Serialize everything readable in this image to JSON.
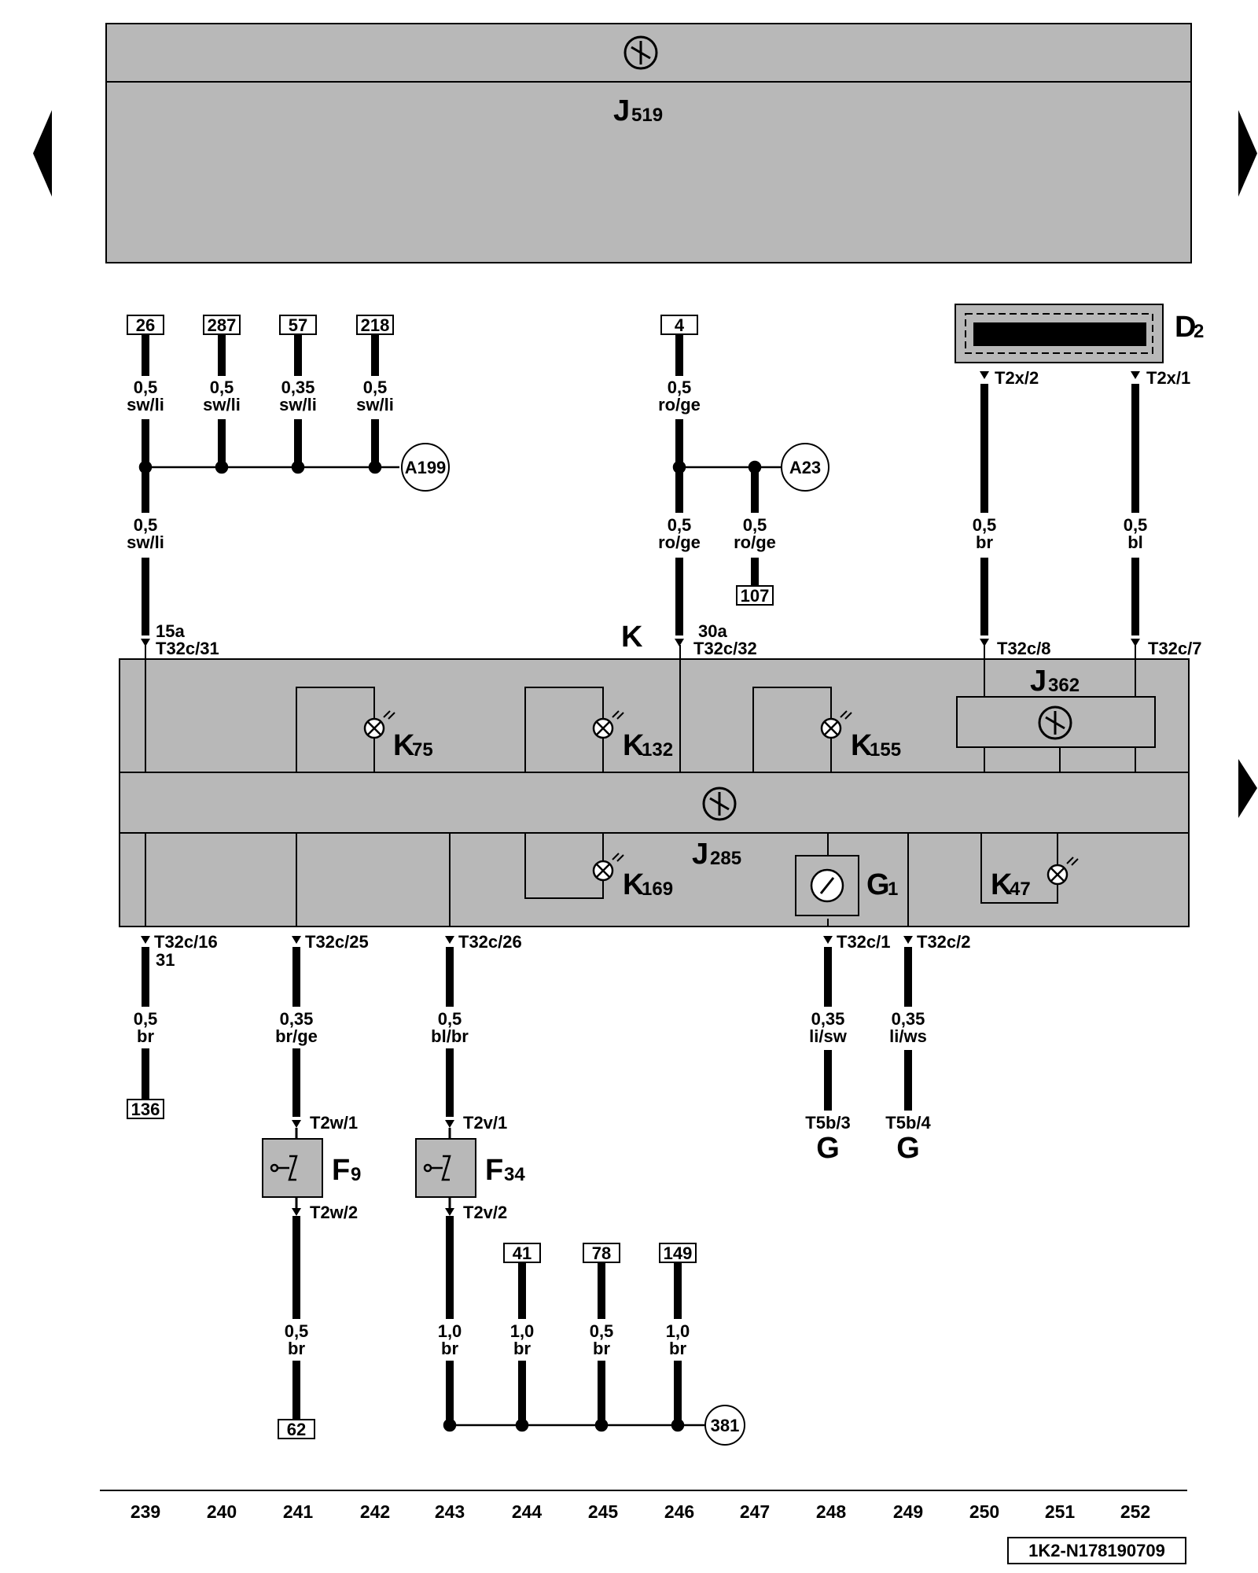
{
  "navigation": {
    "prev_page": "previous-page-arrow",
    "next_page": "next-page-arrow",
    "next_page_mid": "next-page-arrow"
  },
  "header": {
    "module_main": "J",
    "module_sub": "519"
  },
  "refs": {
    "r26": "26",
    "r287": "287",
    "r57": "57",
    "r218": "218",
    "r4": "4",
    "r107": "107",
    "r136": "136",
    "r62": "62",
    "r41": "41",
    "r78": "78",
    "r149": "149"
  },
  "junctions": {
    "a199": "A199",
    "a23": "A23",
    "j381": "381"
  },
  "wires": {
    "w26_size": "0,5",
    "w26_color": "sw/li",
    "w287_size": "0,5",
    "w287_color": "sw/li",
    "w57_size": "0,35",
    "w57_color": "sw/li",
    "w218_size": "0,5",
    "w218_color": "sw/li",
    "w15a_size": "0,5",
    "w15a_color": "sw/li",
    "w4_size": "0,5",
    "w4_color": "ro/ge",
    "w30a_size": "0,5",
    "w30a_color": "ro/ge",
    "w107_size": "0,5",
    "w107_color": "ro/ge",
    "wd2a_size": "0,5",
    "wd2a_color": "br",
    "wd2b_size": "0,5",
    "wd2b_color": "bl",
    "w31_size": "0,5",
    "w31_color": "br",
    "w25_size": "0,35",
    "w25_color": "br/ge",
    "w26b_size": "0,5",
    "w26b_color": "bl/br",
    "wg1_size": "0,35",
    "wg1_color": "li/sw",
    "wg2_size": "0,35",
    "wg2_color": "li/ws",
    "wf9_size": "0,5",
    "wf9_color": "br",
    "wf34_size": "1,0",
    "wf34_color": "br",
    "w41_size": "1,0",
    "w41_color": "br",
    "w78_size": "0,5",
    "w78_color": "br",
    "w149_size": "1,0",
    "w149_color": "br"
  },
  "pins": {
    "t2x2": "T2x/2",
    "t2x1": "T2x/1",
    "t15a": "15a",
    "t32c31": "T32c/31",
    "t30a": "30a",
    "t32c32": "T32c/32",
    "t32c8": "T32c/8",
    "t32c7": "T32c/7",
    "t32c16": "T32c/16",
    "t31": "31",
    "t32c25": "T32c/25",
    "t32c26": "T32c/26",
    "t32c1": "T32c/1",
    "t32c2": "T32c/2",
    "t2w1": "T2w/1",
    "t2w2": "T2w/2",
    "t2v1": "T2v/1",
    "t2v2": "T2v/2",
    "t5b3": "T5b/3",
    "t5b4": "T5b/4"
  },
  "components": {
    "k": "K",
    "d2_main": "D",
    "d2_sub": "2",
    "j362_main": "J",
    "j362_sub": "362",
    "j285_main": "J",
    "j285_sub": "285",
    "k75_main": "K",
    "k75_sub": "75",
    "k132_main": "K",
    "k132_sub": "132",
    "k155_main": "K",
    "k155_sub": "155",
    "k169_main": "K",
    "k169_sub": "169",
    "g1_main": "G",
    "g1_sub": "1",
    "k47_main": "K",
    "k47_sub": "47",
    "f9_main": "F",
    "f9_sub": "9",
    "f34_main": "F",
    "f34_sub": "34",
    "ground_g1": "G",
    "ground_g2": "G"
  },
  "columns": [
    "239",
    "240",
    "241",
    "242",
    "243",
    "244",
    "245",
    "246",
    "247",
    "248",
    "249",
    "250",
    "251",
    "252"
  ],
  "footer": {
    "doc_code": "1K2-N178190709"
  },
  "colors": {
    "module_fill": "#b8b8b8",
    "line": "#000000",
    "background": "#ffffff"
  }
}
